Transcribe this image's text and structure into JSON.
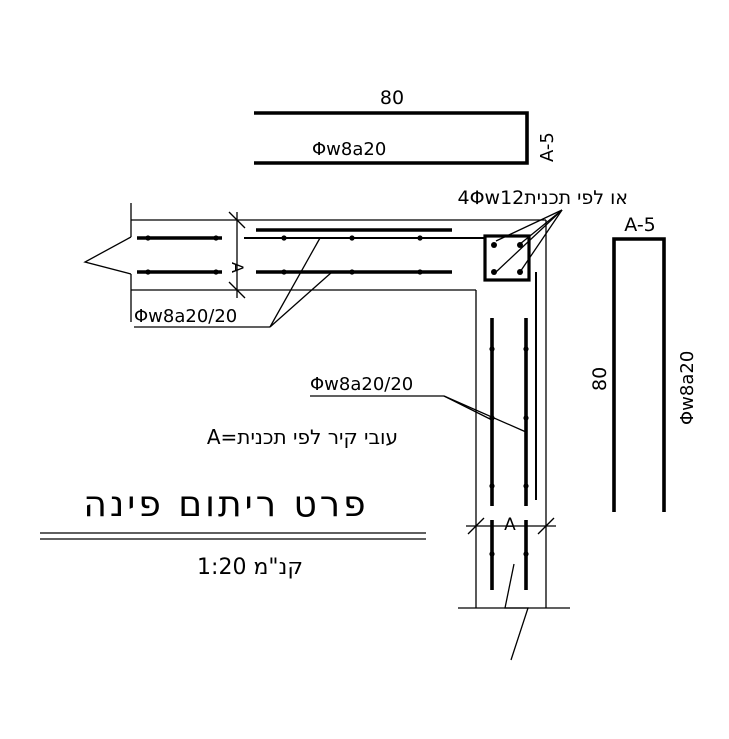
{
  "drawing": {
    "title": "פרט ריתום פינה",
    "scale": "קנ\"מ 1:20",
    "legend": "A=עובי קיר לפי תכנית",
    "corner_note": "4Φw12או לפי תכנית",
    "horizontal_bars_label": "Φw8a20/20",
    "vertical_bars_label": "Φw8a20/20",
    "dimension_A_top": "A",
    "dimension_A_bottom": "A",
    "bar_top": {
      "length": "80",
      "mark": "A-5",
      "spec": "Φw8a20"
    },
    "bar_right": {
      "length": "80",
      "mark": "A-5",
      "spec": "Φw8a20"
    }
  }
}
